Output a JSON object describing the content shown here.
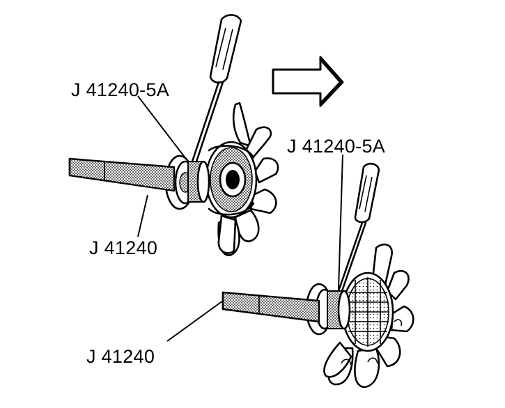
{
  "labels": {
    "top_adapter": "J 41240-5A",
    "top_tool": "J 41240",
    "bottom_adapter": "J 41240-5A",
    "bottom_tool": "J 41240"
  },
  "colors": {
    "ink": "#000000",
    "paper": "#ffffff",
    "shaded": "#9a9a9a"
  }
}
